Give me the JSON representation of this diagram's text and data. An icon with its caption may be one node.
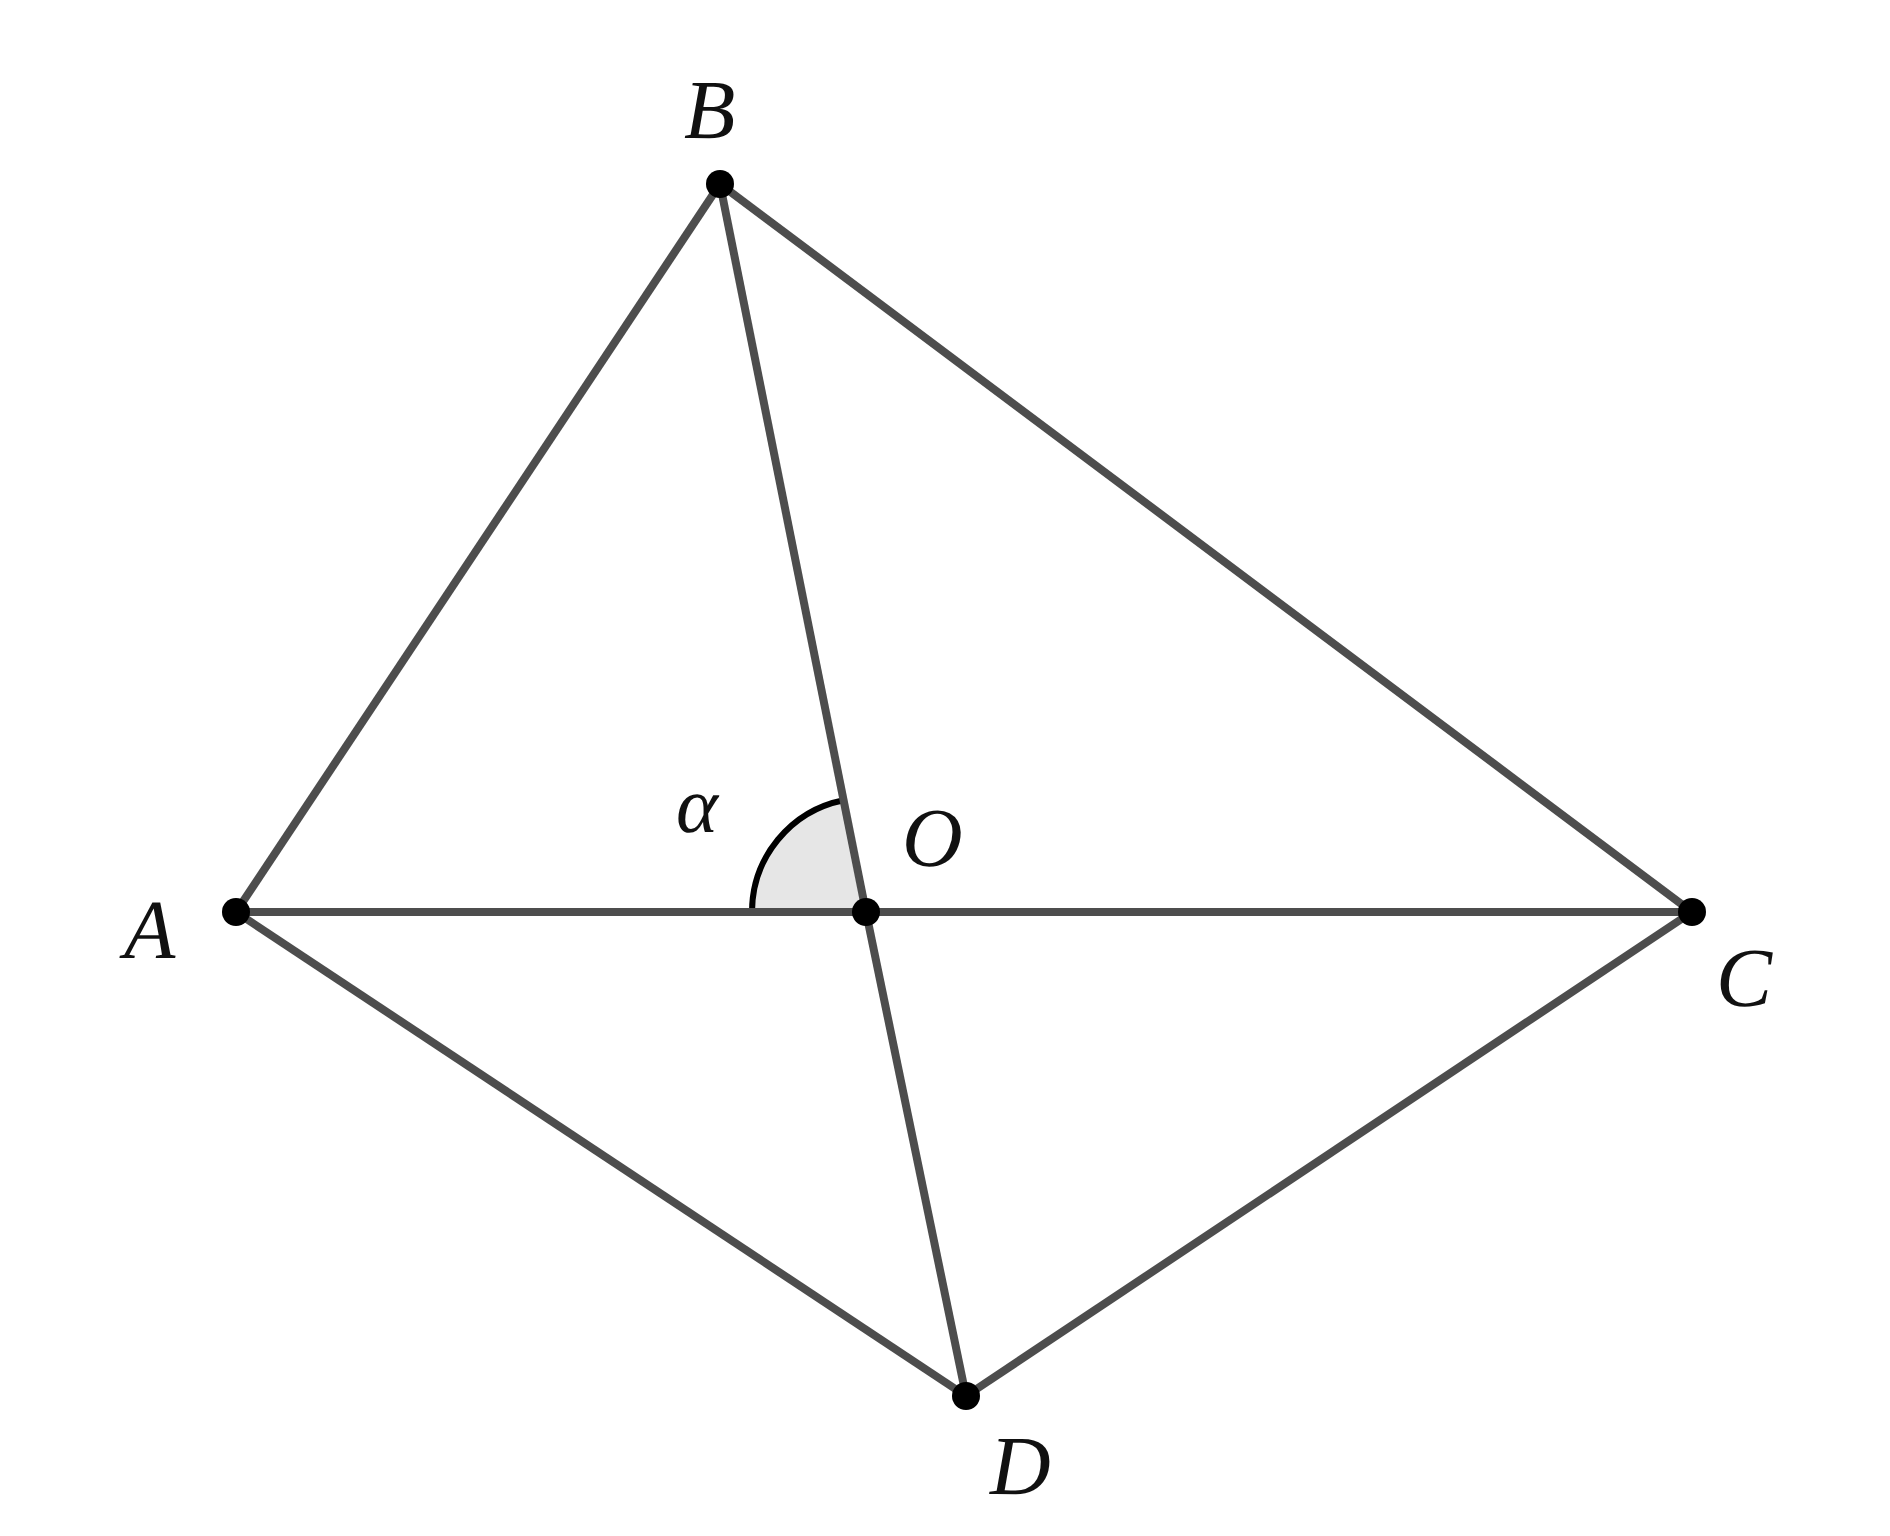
{
  "diagram": {
    "nodes": [
      {
        "text": [
          "A"
        ]
      },
      {
        "text": [
          "B"
        ]
      },
      {
        "text": [
          "C"
        ]
      },
      {
        "text": [
          "D"
        ]
      },
      {
        "text": [
          "O"
        ]
      }
    ],
    "edges": [
      {
        "from": 0,
        "to": 1,
        "arrow": "none"
      },
      {
        "from": 1,
        "to": 2,
        "arrow": "none"
      },
      {
        "from": 2,
        "to": 3,
        "arrow": "none"
      },
      {
        "from": 3,
        "to": 0,
        "arrow": "none"
      },
      {
        "from": 0,
        "to": 4,
        "arrow": "none"
      },
      {
        "from": 4,
        "to": 2,
        "arrow": "none"
      },
      {
        "from": 1,
        "to": 4,
        "arrow": "none"
      },
      {
        "from": 4,
        "to": 3,
        "arrow": "none"
      }
    ],
    "labels": [
      "α"
    ]
  }
}
